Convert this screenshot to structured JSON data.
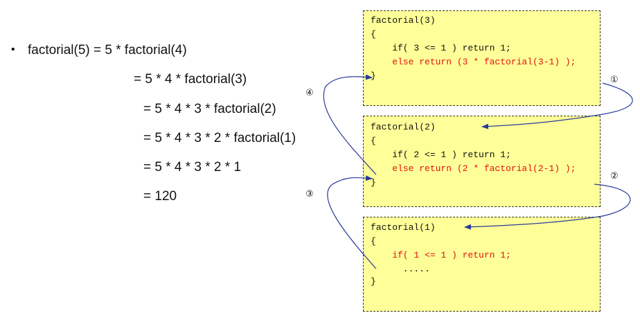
{
  "bullet": "•",
  "equations": [
    "factorial(5) = 5 * factorial(4)",
    "= 5 * 4 * factorial(3)",
    "= 5 * 4 * 3 * factorial(2)",
    "= 5 * 4 * 3 * 2 * factorial(1)",
    "= 5 * 4 * 3 * 2 * 1",
    "= 120"
  ],
  "boxes": [
    {
      "header": "factorial(3)",
      "open": "{",
      "if_line": "    if( 3 <= 1 ) return 1;",
      "else_line": "    else return (3 * factorial(3-1) );",
      "close": "}"
    },
    {
      "header": "factorial(2)",
      "open": "{",
      "if_line": "    if( 2 <= 1 ) return 1;",
      "else_line": "    else return (2 * factorial(2-1) );",
      "close": "}"
    },
    {
      "header": "factorial(1)",
      "open": "{",
      "if_line": "    if( 1 <= 1 ) return 1;",
      "dots": "      .....",
      "close": "}"
    }
  ],
  "labels": [
    "①",
    "②",
    "③",
    "④"
  ],
  "colors": {
    "box_fill": "#ffff99",
    "arrow": "#2a3a9a",
    "code_red": "#e01010"
  }
}
